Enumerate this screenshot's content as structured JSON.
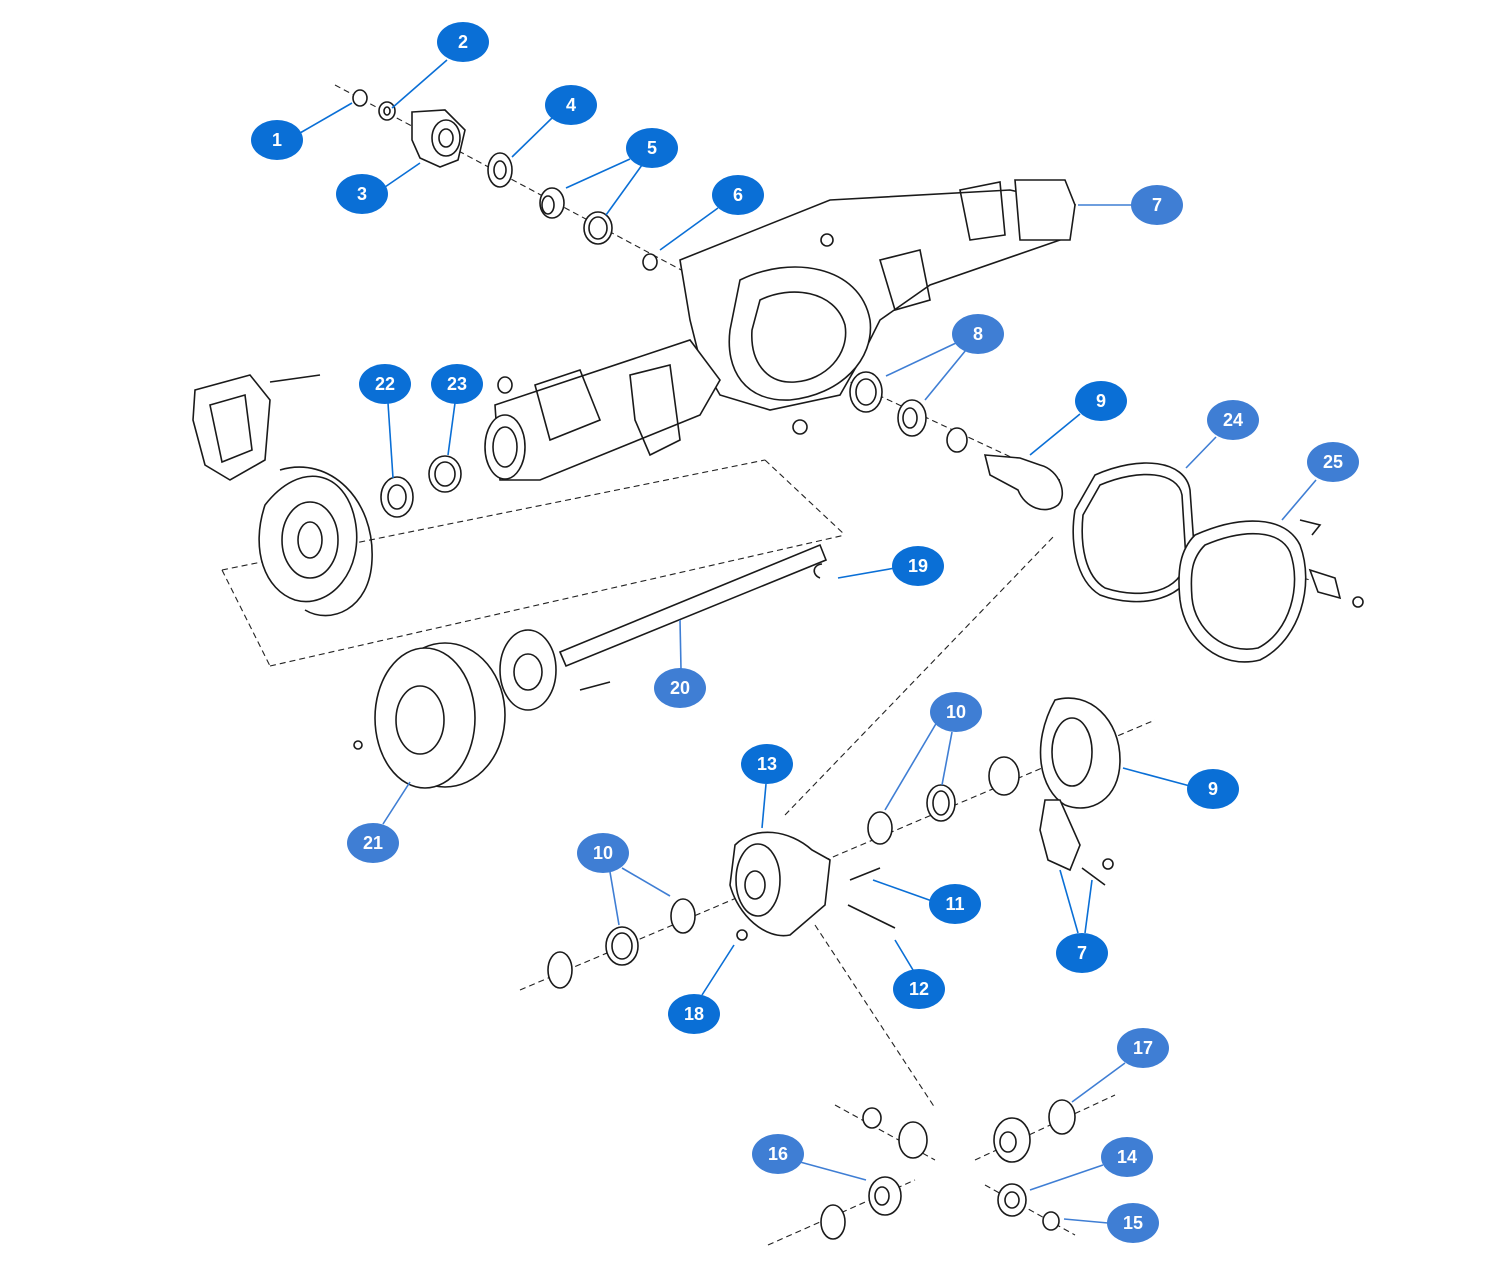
{
  "diagram": {
    "colors": {
      "callout_dark": "#0a6fd6",
      "callout_light": "#3f7ed4",
      "line": "#1a1a1a"
    },
    "callouts": [
      {
        "label": "1",
        "shade": "dark"
      },
      {
        "label": "2",
        "shade": "dark"
      },
      {
        "label": "3",
        "shade": "dark"
      },
      {
        "label": "4",
        "shade": "dark"
      },
      {
        "label": "5",
        "shade": "dark"
      },
      {
        "label": "6",
        "shade": "dark"
      },
      {
        "label": "7",
        "shade": "light"
      },
      {
        "label": "8",
        "shade": "light"
      },
      {
        "label": "9",
        "shade": "dark"
      },
      {
        "label": "22",
        "shade": "dark"
      },
      {
        "label": "23",
        "shade": "dark"
      },
      {
        "label": "24",
        "shade": "light"
      },
      {
        "label": "25",
        "shade": "light"
      },
      {
        "label": "19",
        "shade": "dark"
      },
      {
        "label": "20",
        "shade": "light"
      },
      {
        "label": "10",
        "shade": "light"
      },
      {
        "label": "13",
        "shade": "dark"
      },
      {
        "label": "9",
        "shade": "dark"
      },
      {
        "label": "21",
        "shade": "light"
      },
      {
        "label": "10",
        "shade": "light"
      },
      {
        "label": "11",
        "shade": "dark"
      },
      {
        "label": "7",
        "shade": "dark"
      },
      {
        "label": "12",
        "shade": "dark"
      },
      {
        "label": "18",
        "shade": "dark"
      },
      {
        "label": "17",
        "shade": "light"
      },
      {
        "label": "16",
        "shade": "light"
      },
      {
        "label": "14",
        "shade": "light"
      },
      {
        "label": "15",
        "shade": "light"
      }
    ]
  }
}
